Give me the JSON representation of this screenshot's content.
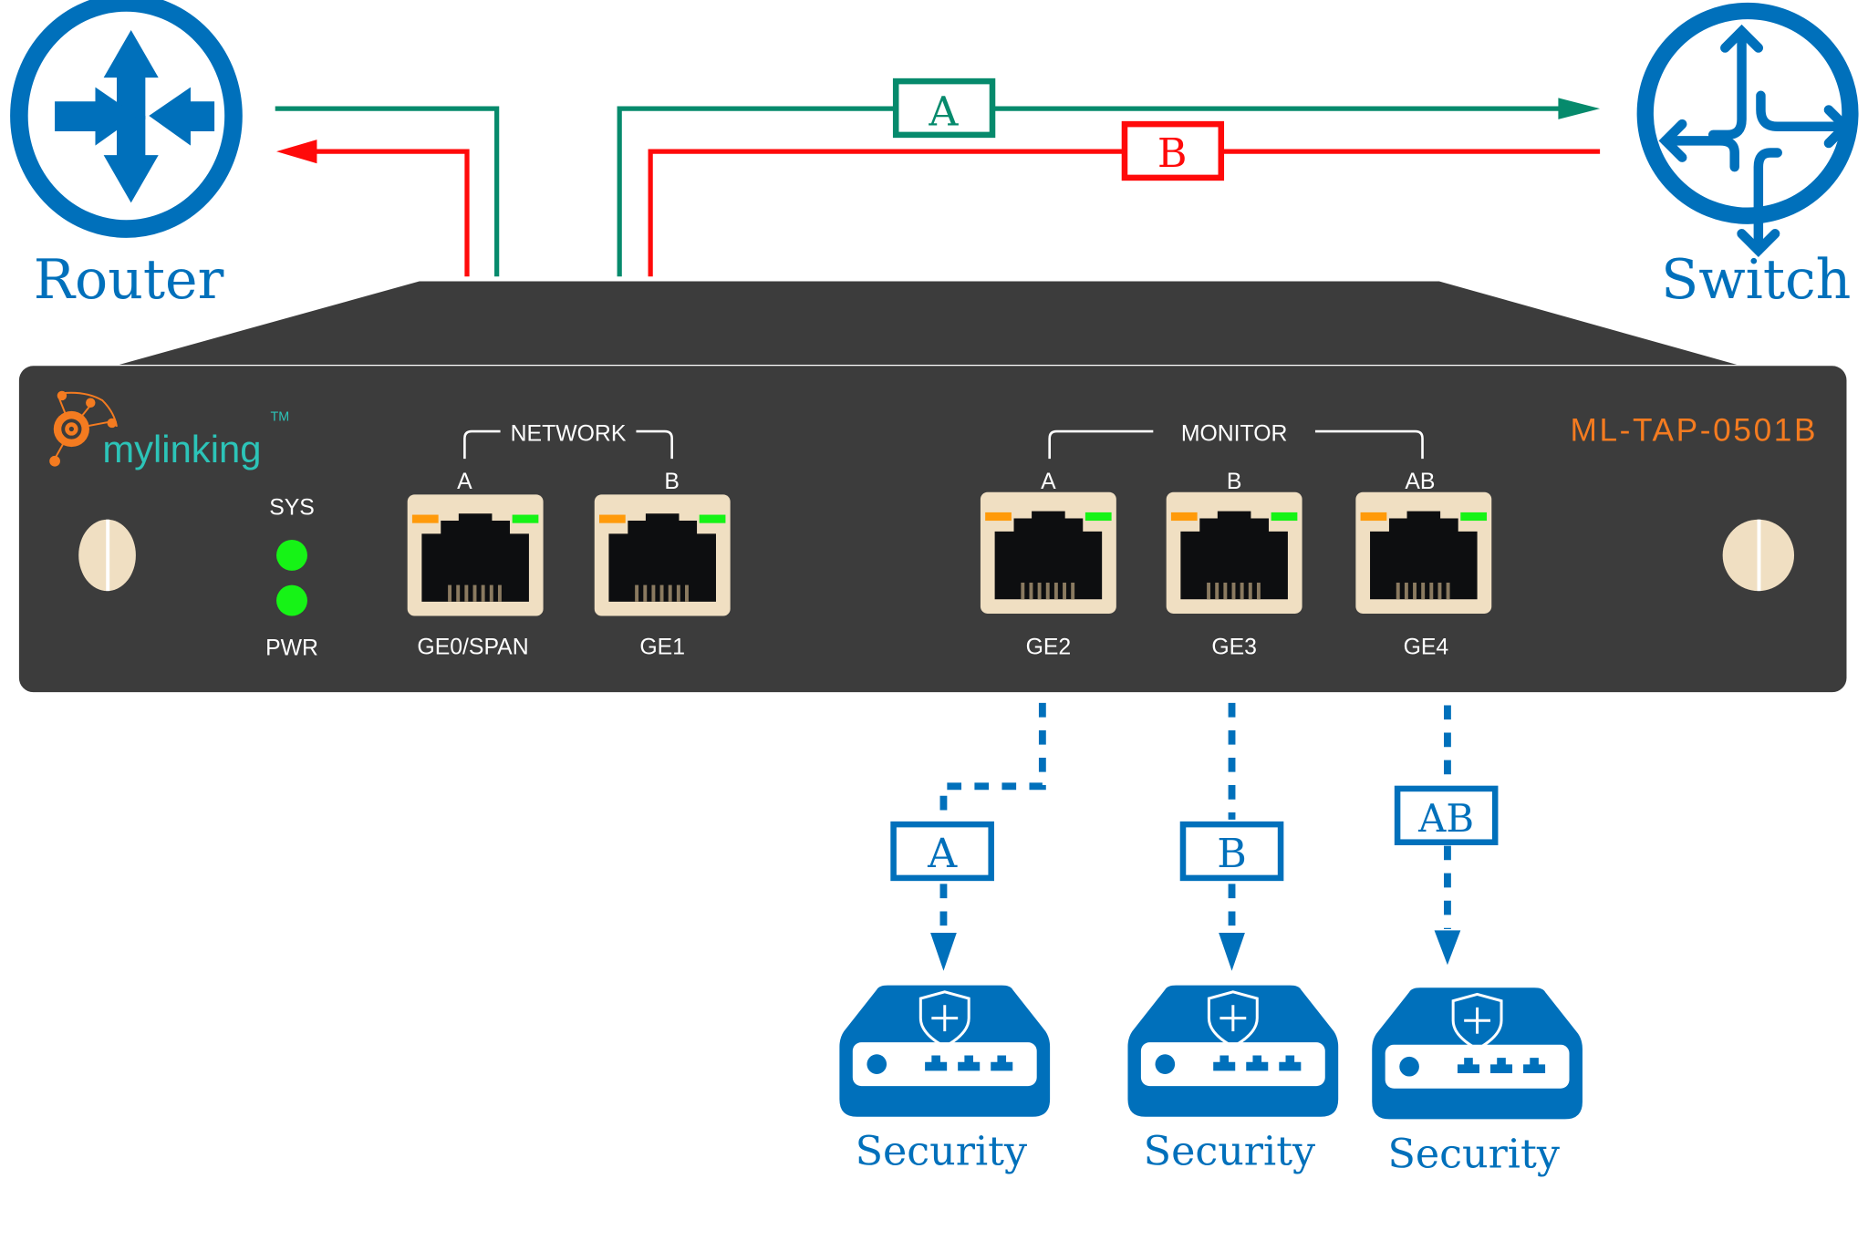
{
  "colors": {
    "blue": "#0070bb",
    "green": "#068a6c",
    "red": "#ff0a0a",
    "device_body": "#3c3c3c",
    "port_beige": "#f0dfc2",
    "led_green": "#16f316",
    "led_orange": "#ff9a0a",
    "brand_orange": "#f47b20",
    "brand_teal": "#2cc4b8"
  },
  "router": {
    "label": "Router",
    "icon": "router-icon"
  },
  "switch": {
    "label": "Switch",
    "icon": "switch-icon"
  },
  "flows": {
    "a": {
      "label": "A",
      "direction": "router-to-switch"
    },
    "b": {
      "label": "B",
      "direction": "switch-to-router"
    }
  },
  "device": {
    "brand": "mylinking",
    "trademark": "TM",
    "model": "ML-TAP-0501B",
    "leds": [
      {
        "label": "SYS"
      },
      {
        "label": "PWR"
      }
    ],
    "network_group": {
      "label": "NETWORK",
      "ports": [
        {
          "sub": "A",
          "name": "GE0/SPAN"
        },
        {
          "sub": "B",
          "name": "GE1"
        }
      ]
    },
    "monitor_group": {
      "label": "MONITOR",
      "ports": [
        {
          "sub": "A",
          "name": "GE2"
        },
        {
          "sub": "B",
          "name": "GE3"
        },
        {
          "sub": "AB",
          "name": "GE4"
        }
      ]
    }
  },
  "outputs": [
    {
      "label": "A",
      "tool": "Security"
    },
    {
      "label": "B",
      "tool": "Security"
    },
    {
      "label": "AB",
      "tool": "Security"
    }
  ]
}
